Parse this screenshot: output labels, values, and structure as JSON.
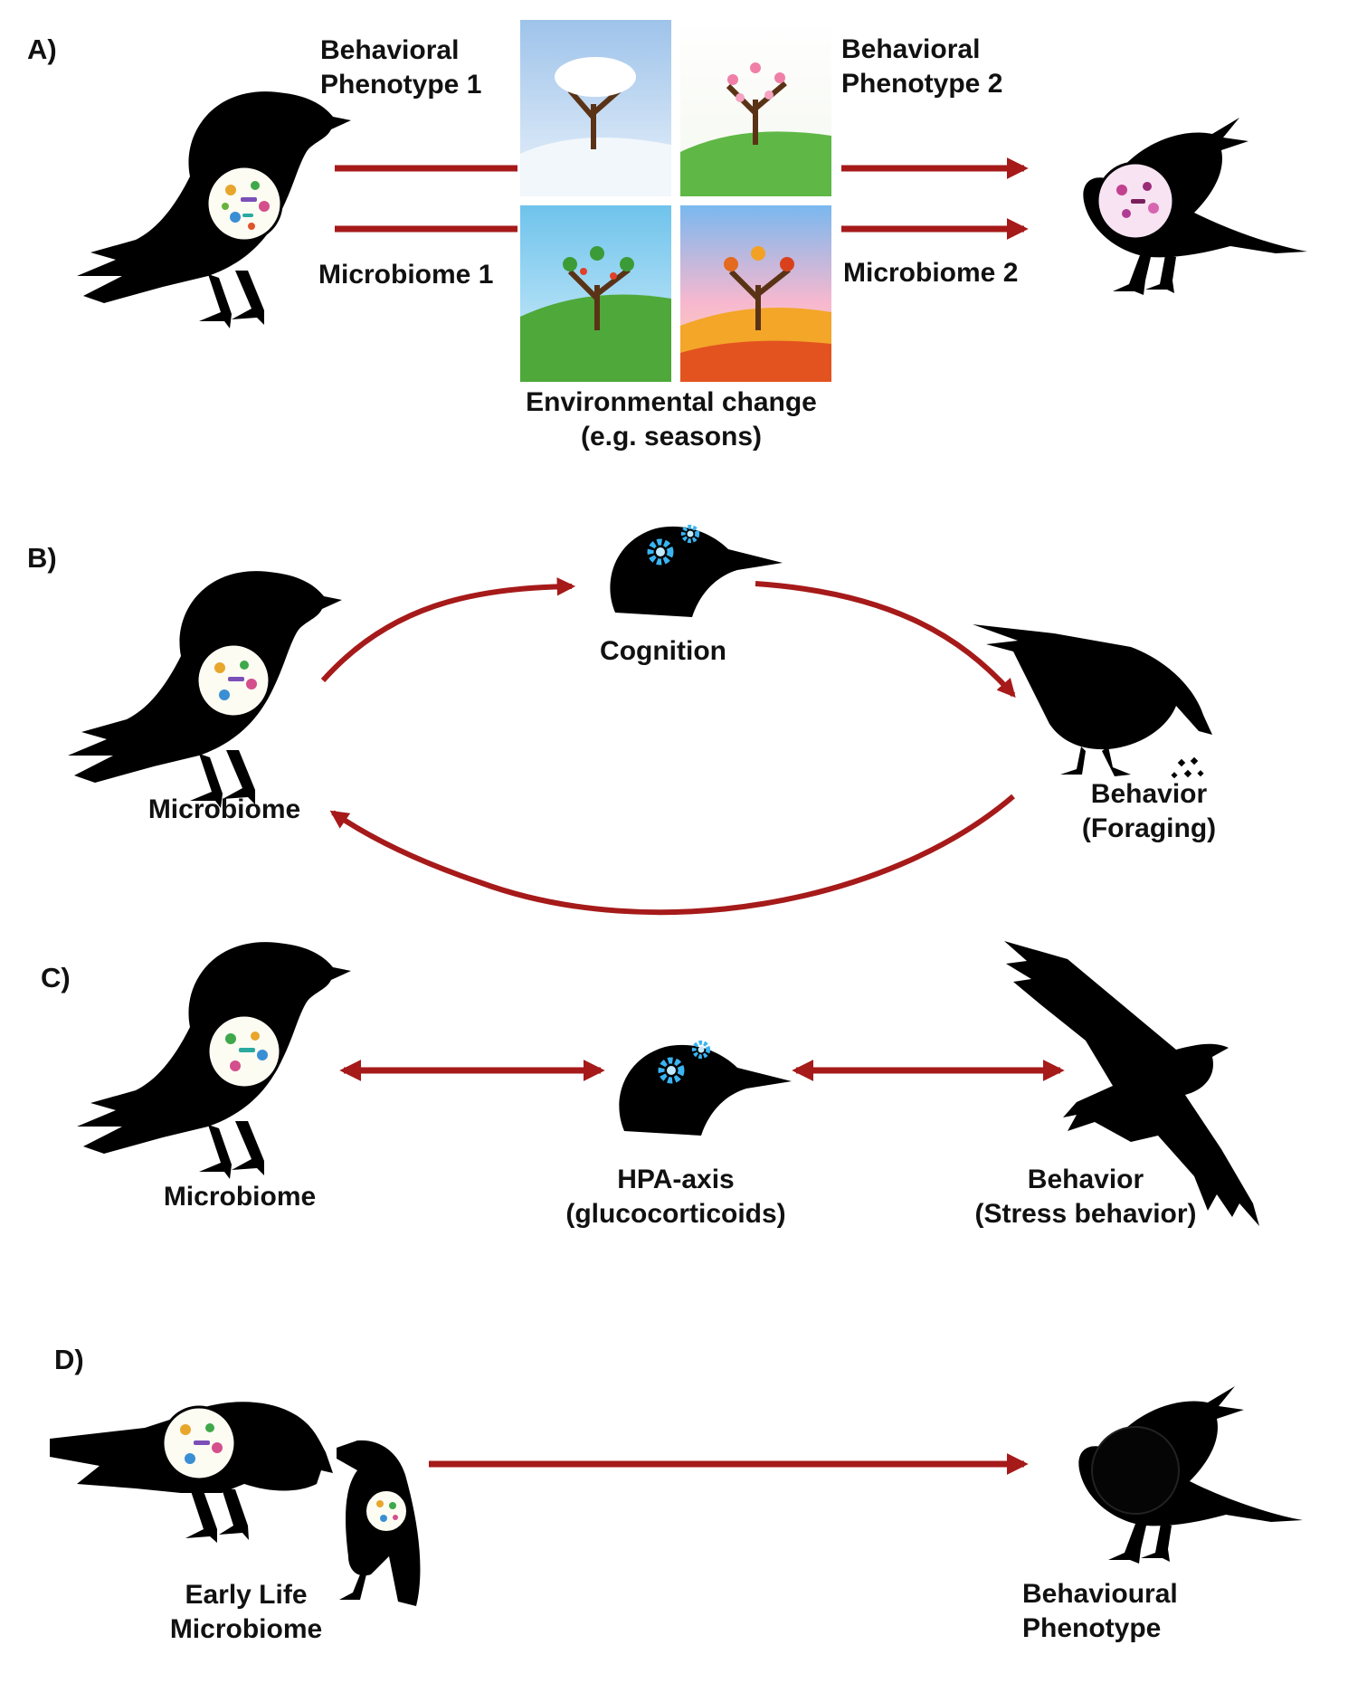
{
  "colors": {
    "arrow": "#a61a1a",
    "silhouette": "#000000",
    "text": "#111111",
    "gear": "#3ab4f2"
  },
  "panel_a": {
    "tag": "A)",
    "left_top_lines": [
      "Behavioral",
      "Phenotype 1"
    ],
    "left_bottom": "Microbiome 1",
    "right_top_lines": [
      "Behavioral",
      "Phenotype 2"
    ],
    "right_bottom": "Microbiome 2",
    "caption_lines": [
      "Environmental change",
      "(e.g. seasons)"
    ],
    "seasons": [
      "winter",
      "spring",
      "summer",
      "autumn"
    ]
  },
  "panel_b": {
    "tag": "B)",
    "cognition": "Cognition",
    "microbiome": "Microbiome",
    "behavior_lines": [
      "Behavior",
      "(Foraging)"
    ]
  },
  "panel_c": {
    "tag": "C)",
    "microbiome": "Microbiome",
    "hpa_lines": [
      "HPA-axis",
      "(glucocorticoids)"
    ],
    "behavior_lines": [
      "Behavior",
      "(Stress behavior)"
    ]
  },
  "panel_d": {
    "tag": "D)",
    "left_lines": [
      "Early Life",
      "Microbiome"
    ],
    "right_lines": [
      "Behavioural",
      "Phenotype"
    ]
  }
}
